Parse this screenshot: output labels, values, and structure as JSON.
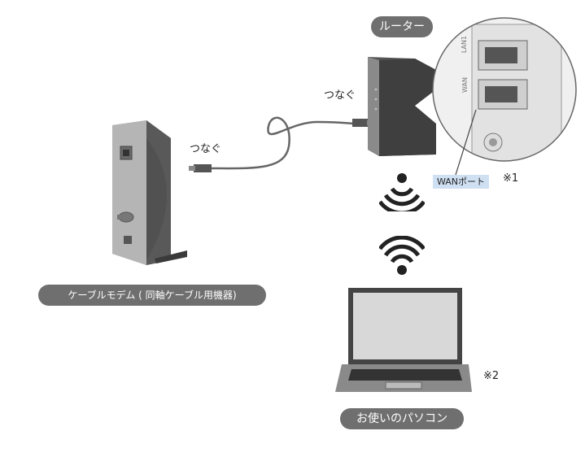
{
  "labels": {
    "router": "ルーター",
    "modem": "ケーブルモデム ( 同軸ケーブル用機器)",
    "pc": "お使いのパソコン",
    "connect_left": "つなぐ",
    "connect_right": "つなぐ",
    "wan_port": "WANポート",
    "note1": "※1",
    "note2": "※2",
    "port_lan1": "LAN1",
    "port_wan": "WAN"
  },
  "icons": [
    "wifi-signal-icon",
    "wifi-signal-icon"
  ],
  "colors": {
    "pill_bg": "#6f6f6f",
    "wan_badge_bg": "#cfe0f3",
    "device_gray": "#5b5b5b"
  }
}
